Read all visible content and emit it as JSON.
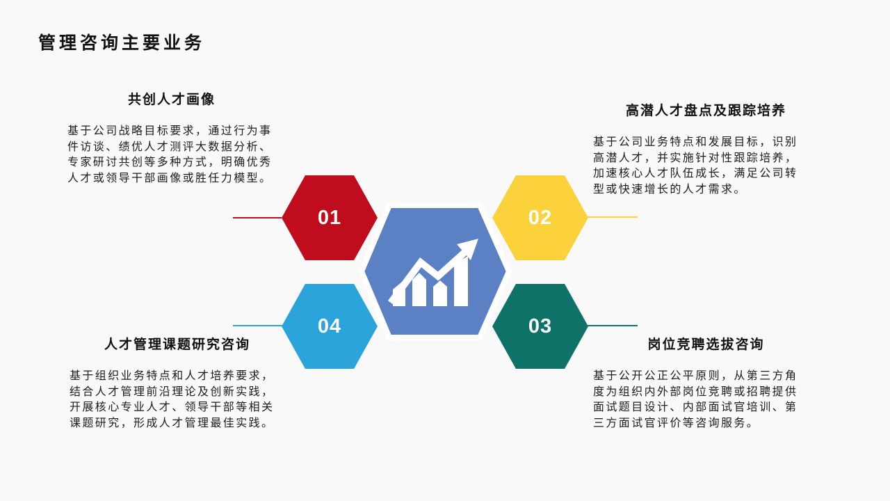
{
  "slide": {
    "title": "管理咨询主要业务",
    "background_color": "#f9f9f9",
    "center_hexagon": {
      "icon": "growth-chart-icon",
      "color": "#5b80c3",
      "icon_color": "#ffffff"
    }
  },
  "items": [
    {
      "number": "01",
      "color": "#c00d1e",
      "position": "top-left",
      "heading": "共创人才画像",
      "body": "基于公司战略目标要求，通过行为事\n件访谈、绩优人才测评大数据分析、\n专家研讨共创等多种方式，明确优秀\n人才或领导干部画像或胜任力模型。"
    },
    {
      "number": "02",
      "color": "#fbd23c",
      "position": "top-right",
      "heading": "高潜人才盘点及跟踪培养",
      "body": "基于公司业务特点和发展目标，识别\n高潜人才，并实施针对性跟踪培养，\n加速核心人才队伍成长，满足公司转\n型或快速增长的人才需求。"
    },
    {
      "number": "03",
      "color": "#0f7268",
      "position": "bottom-right",
      "heading": "岗位竞聘选拔咨询",
      "body": "基于公开公正公平原则，从第三方角\n度为组织内外部岗位竞聘或招聘提供\n面试题目设计、内部面试官培训、第\n三方面试官评价等咨询服务。"
    },
    {
      "number": "04",
      "color": "#2ba3db",
      "position": "bottom-left",
      "heading": "人才管理课题研究咨询",
      "body": "基于组织业务特点和人才培养要求，\n结合人才管理前沿理论及创新实践，\n开展核心专业人才、领导干部等相关\n课题研究，形成人才管理最佳实践。"
    }
  ]
}
